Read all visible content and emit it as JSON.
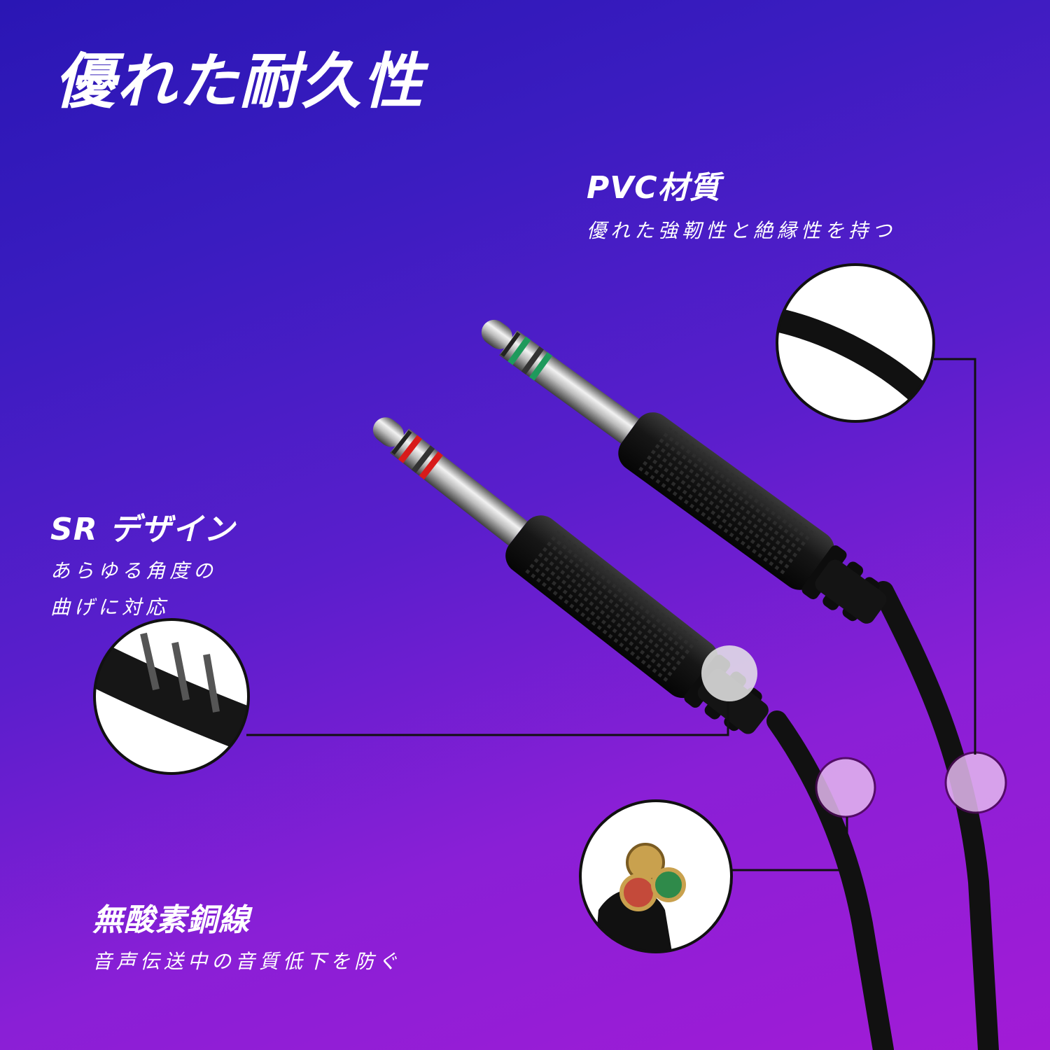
{
  "title": "優れた耐久性",
  "features": {
    "pvc": {
      "title": "PVC材質",
      "desc": "優れた強靭性と絶縁性を持つ"
    },
    "sr": {
      "title": "SR デザイン",
      "desc_line1": "あらゆる角度の",
      "desc_line2": "曲げに対応"
    },
    "copper": {
      "title": "無酸素銅線",
      "desc": "音声伝送中の音質低下を防ぐ"
    }
  },
  "colors": {
    "ring_green": "#1e9a5c",
    "ring_red": "#d81b1b",
    "cable": "#111111",
    "highlight": "#e4b8ef"
  }
}
